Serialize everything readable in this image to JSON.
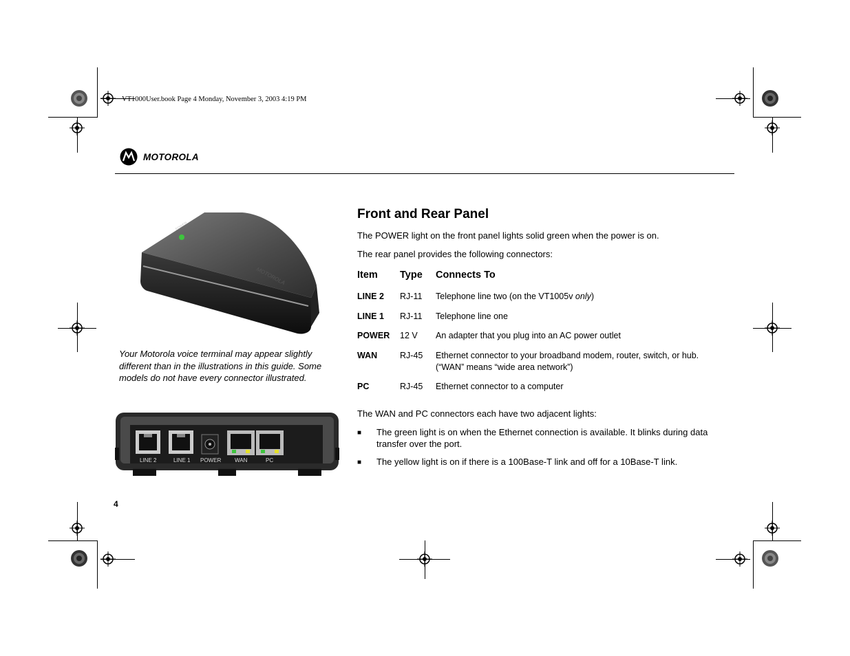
{
  "header": {
    "slug": "VT1000User.book  Page 4  Monday, November 3, 2003  4:19 PM",
    "brand": "MOTOROLA"
  },
  "section": {
    "title": "Front and Rear Panel",
    "intro1": "The POWER light on the front panel lights solid green when the power is on.",
    "intro2": "The rear panel provides the following connectors:"
  },
  "table": {
    "headers": [
      "Item",
      "Type",
      "Connects To"
    ],
    "rows": [
      {
        "item": "LINE 2",
        "type": "RJ-11",
        "connects": "Telephone line two (on the VT1005v ",
        "connects_em": "only",
        "connects_end": ")"
      },
      {
        "item": "LINE 1",
        "type": "RJ-11",
        "connects": "Telephone line one"
      },
      {
        "item": "POWER",
        "type": "12 V",
        "connects": "An adapter that you plug into an AC power outlet"
      },
      {
        "item": "WAN",
        "type": "RJ-45",
        "connects": "Ethernet connector to your broadband modem, router, switch, or hub.",
        "connects2": "(“WAN” means “wide area network”)"
      },
      {
        "item": "PC",
        "type": "RJ-45",
        "connects": "Ethernet connector to a computer"
      }
    ]
  },
  "lights": {
    "intro": "The WAN and PC connectors each have two adjacent lights:",
    "bullets": [
      "The green light is on when the Ethernet connection is available. It blinks during data transfer over the port.",
      "The yellow light is on if there is a 100Base-T link and off for a 10Base-T link."
    ],
    "bullet_glyph": "■"
  },
  "figure": {
    "caption": "Your Motorola voice terminal may appear slightly different than in the illustrations in this guide. Some models do not have every connector illustrated.",
    "front_power_label": "POWER",
    "front_brand": "MOTOROLA",
    "rear_ports": [
      "LINE 2",
      "LINE 1",
      "POWER",
      "WAN",
      "PC"
    ],
    "led_green": "#3ec43e",
    "led_yellow": "#e4e02a"
  },
  "footer": {
    "page_number": "4"
  }
}
